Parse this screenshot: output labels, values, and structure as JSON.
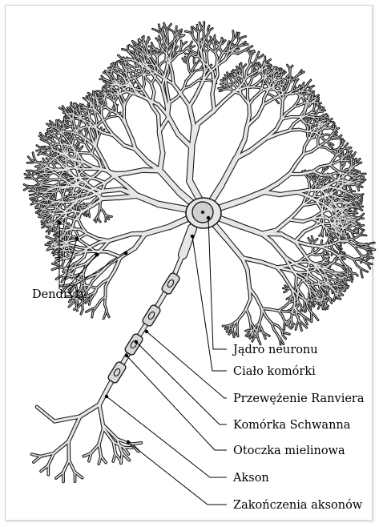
{
  "labels": {
    "dendrites": "Dendryty",
    "nucleus": "Jądro neuronu",
    "soma": "Ciało komórki",
    "ranvier": "Przewężenie Ranviera",
    "schwann": "Komórka Schwanna",
    "myelin": "Otoczka mielinowa",
    "axon": "Akson",
    "terminals": "Zakończenia aksonów"
  },
  "colors": {
    "outline": "#1a1a1a",
    "fill": "#e6e6e6",
    "nucleus": "#d0d0d0",
    "sheath": "#d8d8d8",
    "leader": "#000000"
  }
}
